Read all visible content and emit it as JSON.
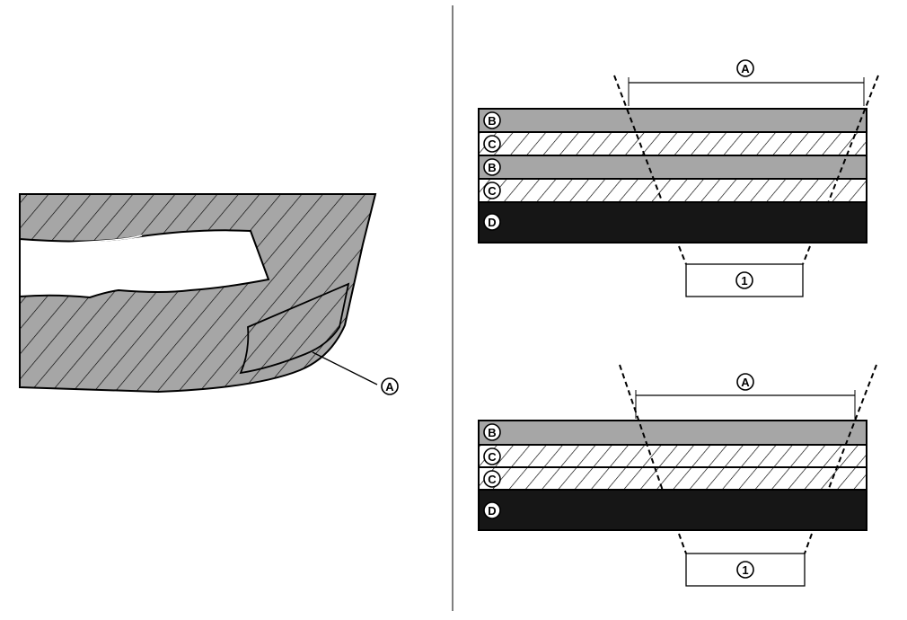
{
  "left_panel": {
    "callout": "A"
  },
  "top_diagram": {
    "width_callout": "A",
    "layers": [
      "B",
      "C",
      "B",
      "C",
      "D"
    ],
    "box_label": "1"
  },
  "bottom_diagram": {
    "width_callout": "A",
    "layers": [
      "B",
      "C",
      "C",
      "D"
    ],
    "box_label": "1"
  },
  "colors": {
    "gray_fill": "#a6a6a6",
    "black_layer": "#161616",
    "line": "#000000"
  }
}
